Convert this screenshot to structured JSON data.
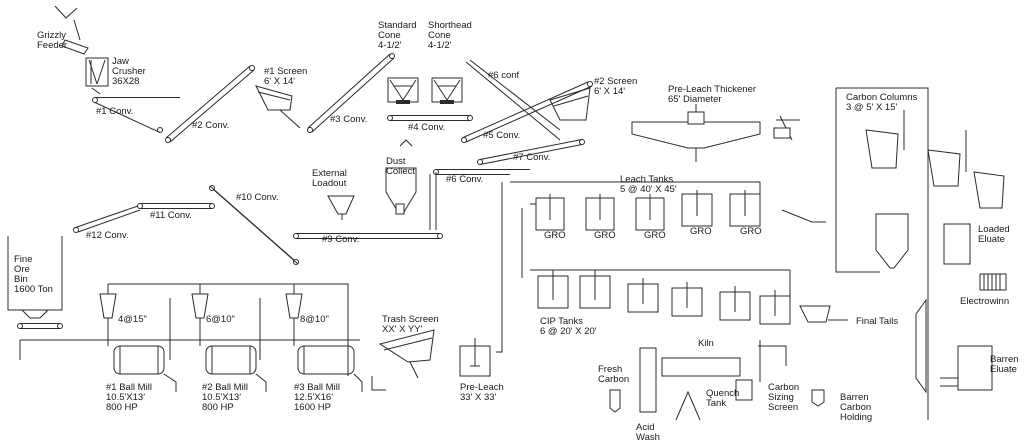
{
  "labels": {
    "grizzly": [
      "Grizzly",
      "Feeder"
    ],
    "jaw": [
      "Jaw",
      "Crusher",
      "36X28"
    ],
    "conv1": "#1 Conv.",
    "conv2": "#2 Conv.",
    "screen1": [
      "#1 Screen",
      "6' X 14'"
    ],
    "standard_cone": [
      "Standard",
      "Cone",
      "4-1/2'"
    ],
    "shorthead_cone": [
      "Shorthead",
      "Cone",
      "4-1/2'"
    ],
    "conv6conf": "#6 conf",
    "screen2": [
      "#2 Screen",
      "6' X 14'"
    ],
    "conv3": "#3 Conv.",
    "conv4": "#4 Conv.",
    "conv5": "#5 Conv.",
    "conv7": "#7 Conv.",
    "thickener": [
      "Pre-Leach Thickener",
      "65' Diameter"
    ],
    "carbon_columns": [
      "Carbon Columns",
      "3 @ 5' X 15'"
    ],
    "dust": [
      "Dust",
      "Collect"
    ],
    "external": [
      "External",
      "Loadout"
    ],
    "conv8": "#6 Conv.",
    "leach": [
      "Leach Tanks",
      "5 @ 40' X 45'"
    ],
    "conv10": "#10 Conv.",
    "conv11": "#11 Conv.",
    "conv12": "#12 Conv.",
    "conv9": "#9 Conv.",
    "loaded_eluate": [
      "Loaded",
      "Eluate"
    ],
    "fine_ore": [
      "Fine",
      "Ore",
      "Bin",
      "1600 Ton"
    ],
    "electrowinn": "Electrowinn",
    "cyclone1": "4@15\"",
    "cyclone2": "6@10\"",
    "cyclone3": "8@10\"",
    "trash_screen": [
      "Trash Screen",
      "XX' X YY'"
    ],
    "cip": [
      "CIP Tanks",
      "6 @ 20' X 20'"
    ],
    "final_tails": "Final Tails",
    "kiln": "Kiln",
    "fresh_carbon": [
      "Fresh",
      "Carbon"
    ],
    "barren_eluate": [
      "Barren",
      "Eluate"
    ],
    "quench": [
      "Quench",
      "Tank"
    ],
    "ball1": [
      "#1 Ball Mill",
      "10.5'X13'",
      "800 HP"
    ],
    "ball2": [
      "#2 Ball Mill",
      "10.5'X13'",
      "800 HP"
    ],
    "ball3": [
      "#3 Ball Mill",
      "12.5'X16'",
      "1600 HP"
    ],
    "preleach": [
      "Pre-Leach",
      "33' X 33'"
    ],
    "sizing": [
      "Carbon",
      "Sizing",
      "Screen"
    ],
    "barren_carbon": [
      "Barren",
      "Carbon",
      "Holding"
    ],
    "acid": [
      "Acid",
      "Wash"
    ],
    "agitator_tag": "GRO"
  }
}
